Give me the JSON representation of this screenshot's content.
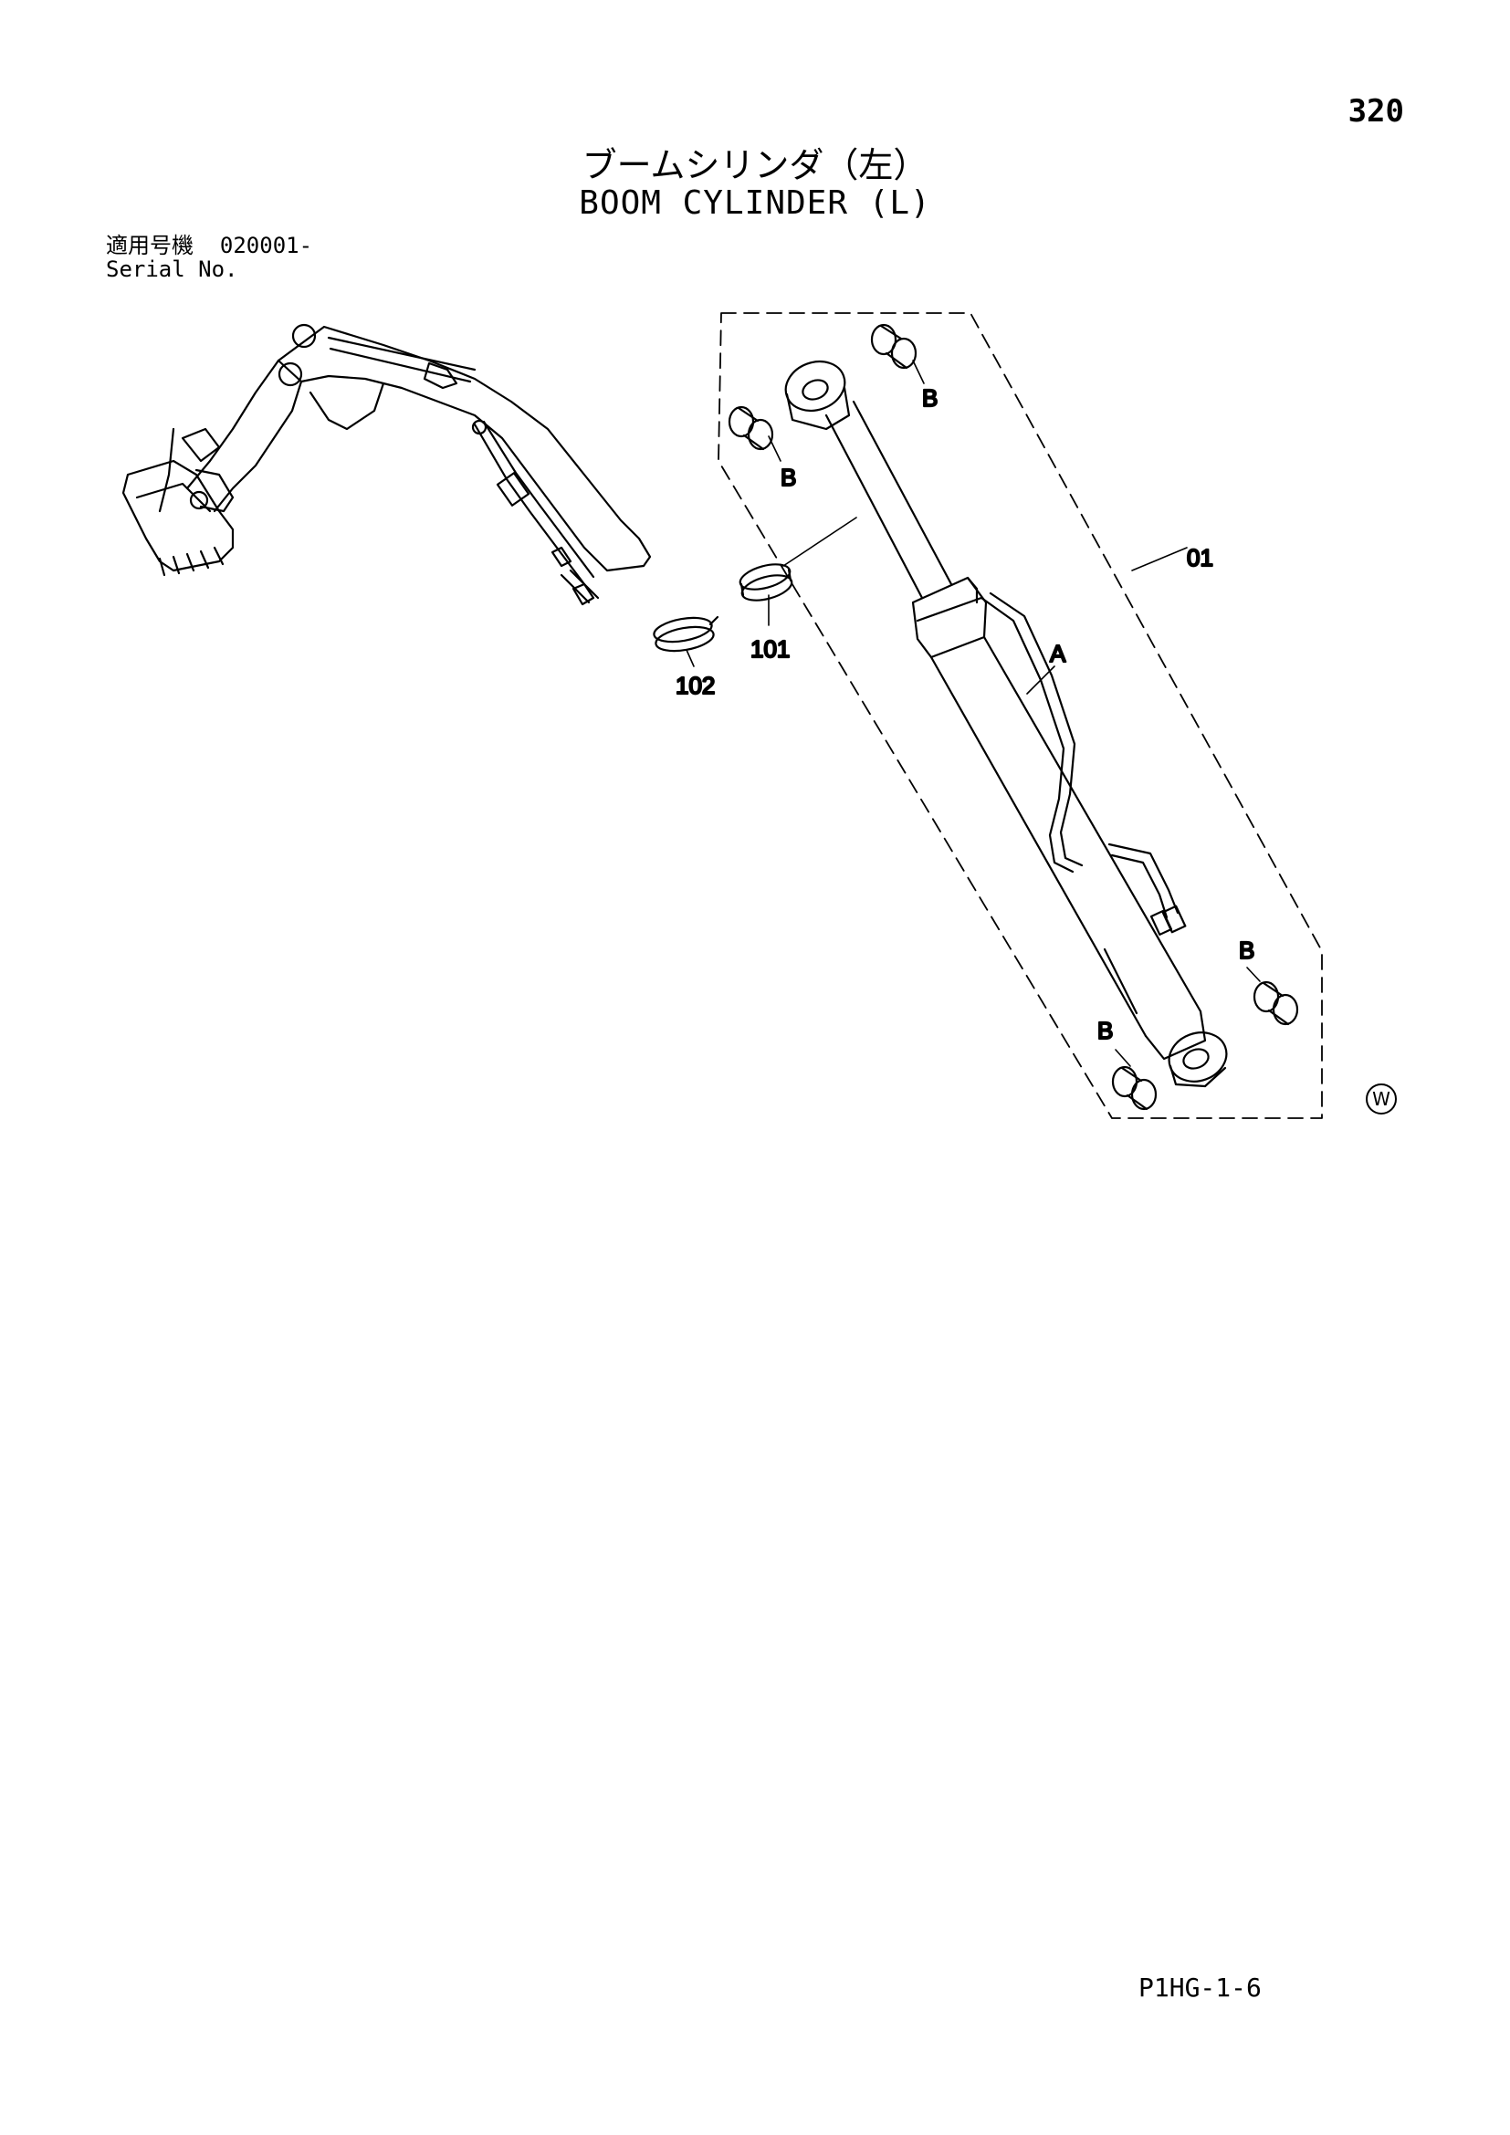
{
  "page_number": "320",
  "title_ja": "ブームシリンダ（左）",
  "title_en": "BOOM CYLINDER (L)",
  "serial": {
    "label_ja": "適用号機",
    "value": "020001-",
    "label_en": "Serial No."
  },
  "callouts": {
    "assembly": "01",
    "hose": "A",
    "bushing": "B",
    "band_101": "101",
    "band_102": "102"
  },
  "watermark": "W",
  "footer_code": "P1HG-1-6"
}
